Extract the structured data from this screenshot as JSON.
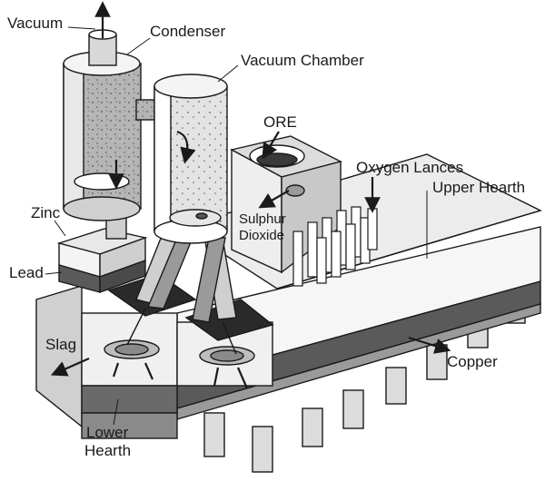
{
  "diagram": {
    "labels": {
      "vacuum": "Vacuum",
      "condenser": "Condenser",
      "vacuum_chamber": "Vacuum Chamber",
      "ore": "ORE",
      "oxygen_lances": "Oxygen Lances",
      "upper_hearth": "Upper Hearth",
      "zinc": "Zinc",
      "sulphur_line1": "Sulphur",
      "sulphur_line2": "Dioxide",
      "lead": "Lead",
      "slag": "Slag",
      "copper": "Copper",
      "lower_line1": "Lower",
      "lower_line2": "Hearth"
    },
    "colors": {
      "outline": "#1a1a1a",
      "dark_band": "#5a5a5a",
      "mid_gray": "#9a9a9a",
      "light_gray": "#cfcfcf",
      "pale": "#ececec"
    }
  }
}
